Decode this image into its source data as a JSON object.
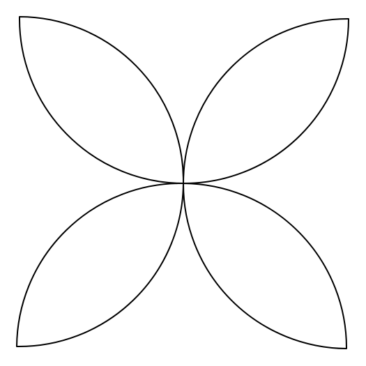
{
  "figure": {
    "background_color": "#ffffff",
    "stroke_color": "#000000",
    "petal_count": 4,
    "petals": [
      {
        "name": "top-left"
      },
      {
        "name": "top-right"
      },
      {
        "name": "bottom-left"
      },
      {
        "name": "bottom-right"
      }
    ]
  }
}
